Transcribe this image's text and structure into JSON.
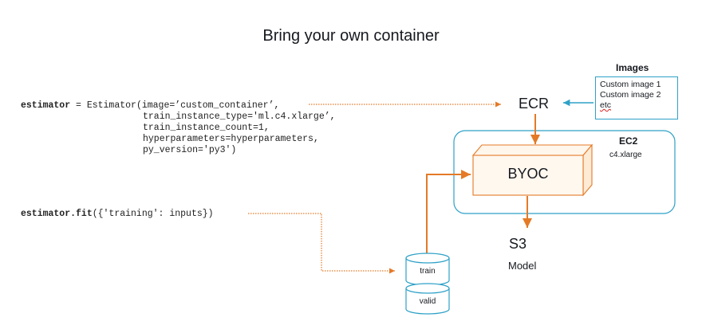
{
  "title": "Bring your own container",
  "code": {
    "line1_kw": "estimator",
    "line1_rest": " = Estimator(image=’custom_container’,",
    "line2": "train_instance_type='ml.c4.xlarge’,",
    "line3": "train_instance_count=1,",
    "line4": "hyperparameters=hyperparameters,",
    "line5": "py_version='py3')",
    "fit_kw": "estimator.fit",
    "fit_rest": "({'training': inputs})"
  },
  "images": {
    "heading": "Images",
    "items": [
      "Custom image 1",
      "Custom  image 2",
      "etc"
    ]
  },
  "ecr": "ECR",
  "ec2": {
    "label": "EC2",
    "instance": "c4.xlarge"
  },
  "byoc": "BYOC",
  "s3": {
    "label": "S3",
    "sublabel": "Model"
  },
  "cylinders": {
    "train": "train",
    "valid": "valid"
  },
  "colors": {
    "orange": "#e47a27",
    "teal": "#2ea1c7",
    "text": "#16191f"
  }
}
